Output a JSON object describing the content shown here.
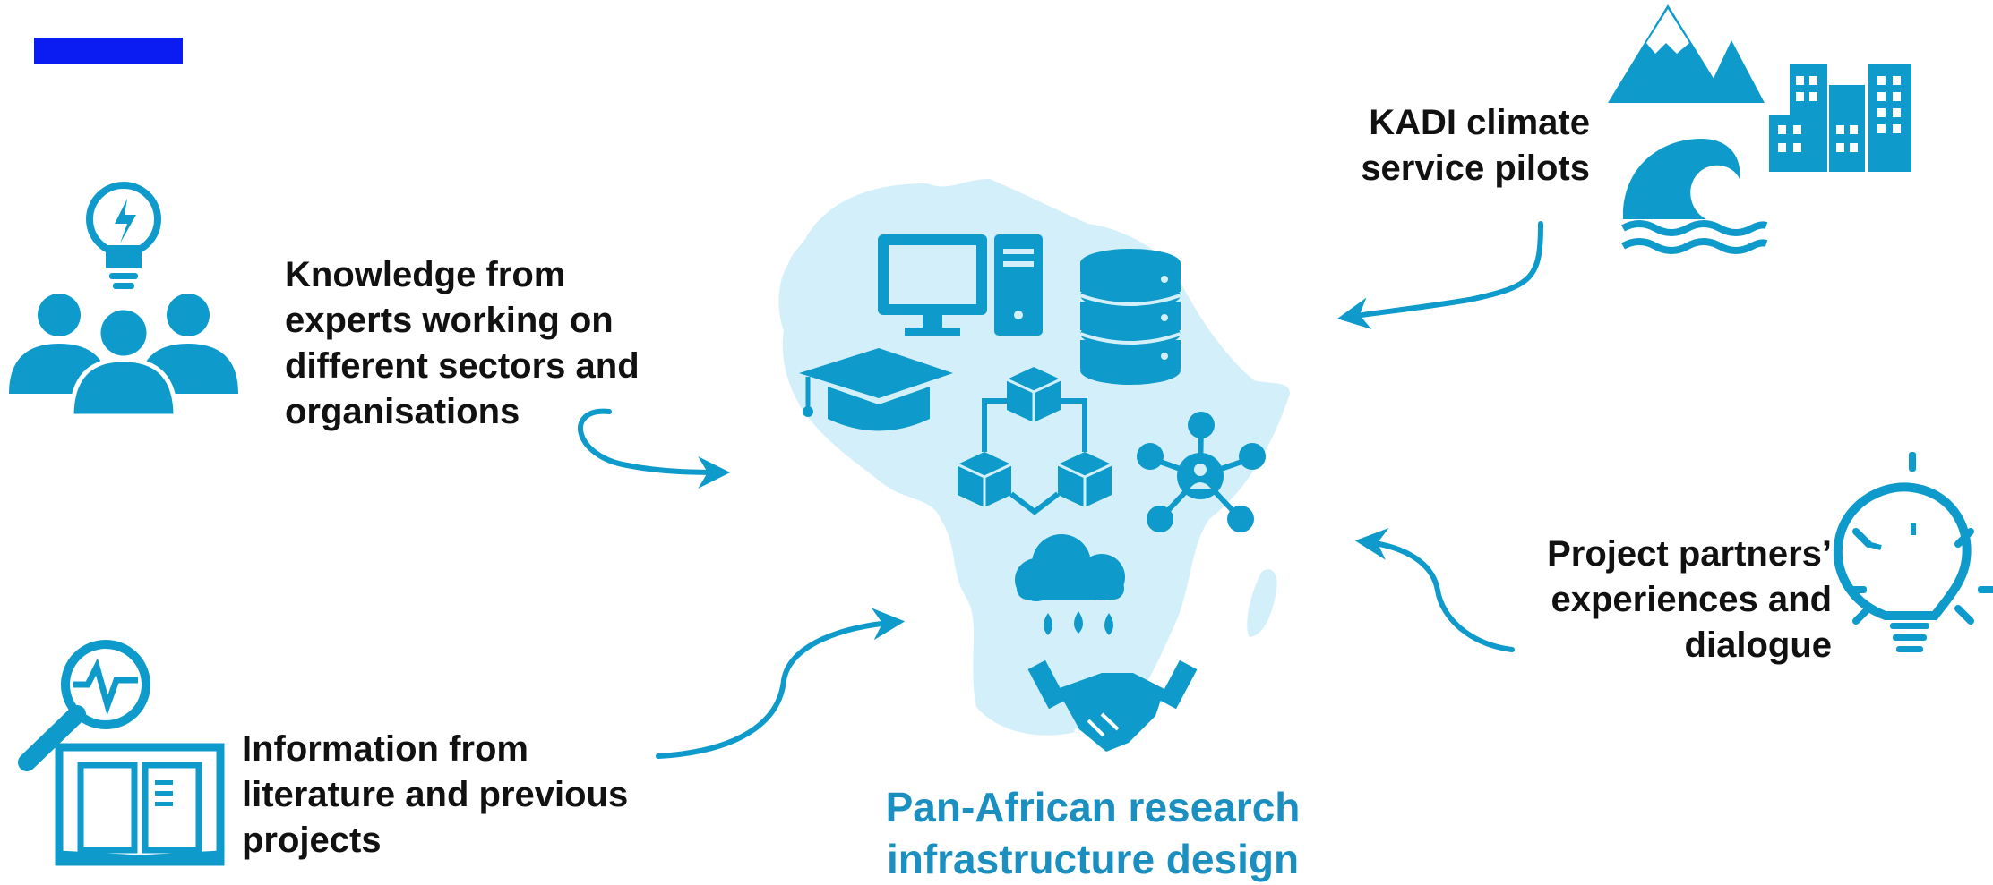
{
  "colors": {
    "icon": "#0e9bcb",
    "africa_fill": "#d3eff9",
    "title_text": "#1a8fc0",
    "label_text": "#111111",
    "top_bar": "#0a1cf2"
  },
  "inputs": [
    {
      "id": "experts",
      "text": "Knowledge from\nexperts working on\ndifferent sectors and\norganisations",
      "icon": "team-idea-icon"
    },
    {
      "id": "literature",
      "text": "Information from\nliterature and previous\nprojects",
      "icon": "book-search-icon"
    },
    {
      "id": "pilots",
      "text": "KADI climate\nservice pilots",
      "icon": "mountain-wave-city-icon"
    },
    {
      "id": "partners",
      "text": "Project partners’\nexperiences and\ndialogue",
      "icon": "lightbulb-icon"
    }
  ],
  "center": {
    "title": "Pan-African research\ninfrastructure design",
    "icons": [
      "computer-icon",
      "database-icon",
      "graduation-cap-icon",
      "network-cubes-icon",
      "network-person-icon",
      "rain-cloud-icon",
      "handshake-icon"
    ]
  }
}
